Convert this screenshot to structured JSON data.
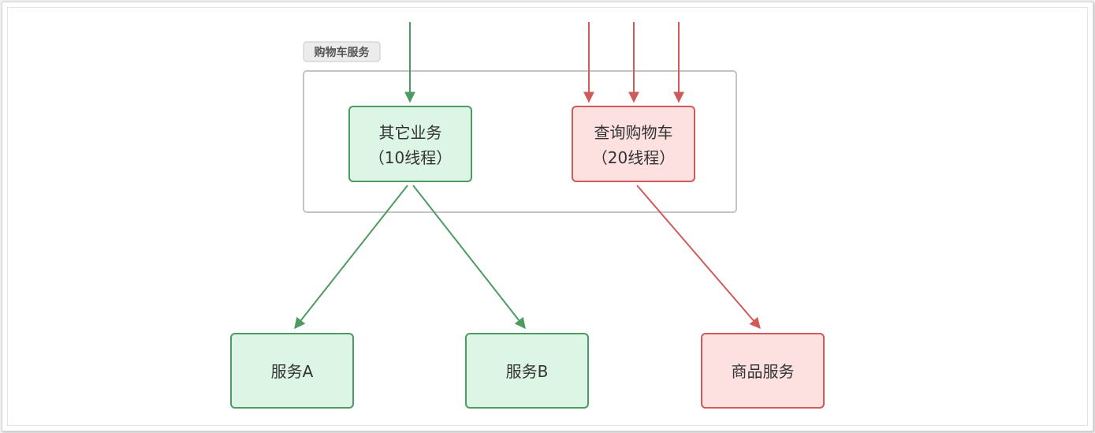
{
  "colors": {
    "green_stroke": "#4d9b62",
    "green_fill": "#ddf5e4",
    "red_stroke": "#d05a5a",
    "red_fill": "#fde0e0",
    "group_stroke": "#c4c4c4"
  },
  "group": {
    "label": "购物车服务"
  },
  "nodes": {
    "other_business": {
      "line1": "其它业务",
      "line2": "（10线程）"
    },
    "query_cart": {
      "line1": "查询购物车",
      "line2": "（20线程）"
    },
    "service_a": {
      "label": "服务A"
    },
    "service_b": {
      "label": "服务B"
    },
    "product_service": {
      "label": "商品服务"
    }
  }
}
